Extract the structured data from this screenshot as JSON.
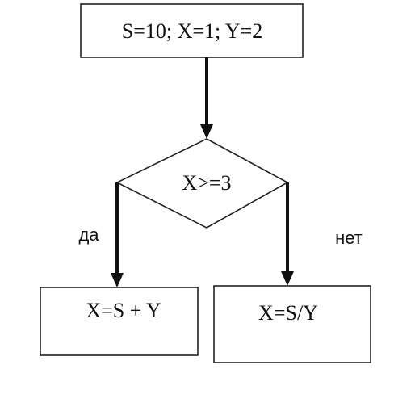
{
  "diagram": {
    "start_box": {
      "text": "S=10; X=1; Y=2"
    },
    "condition": {
      "text": "X>=3"
    },
    "yes_branch": {
      "label": "да",
      "box_text": "X=S + Y"
    },
    "no_branch": {
      "label": "нет",
      "box_text": "X=S/Y"
    }
  }
}
